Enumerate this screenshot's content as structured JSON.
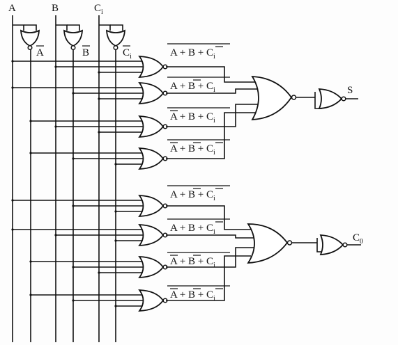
{
  "inputs": {
    "a": "A",
    "b": "B",
    "ci": "C",
    "ci_sub": "i"
  },
  "inverted_inputs": {
    "a_bar": "A",
    "b_bar": "B",
    "ci_bar": "C",
    "ci_bar_sub": "i"
  },
  "outputs": {
    "sum": "S",
    "carry": "C",
    "carry_sub": "0"
  },
  "terms": [
    {
      "a": "A",
      "b": "B",
      "c": "C",
      "c_sub": "i",
      "op": "+"
    },
    {
      "a": "A",
      "b": "B",
      "c": "C",
      "c_sub": "i",
      "op": "+"
    },
    {
      "a": "A",
      "b": "B",
      "c": "C",
      "c_sub": "i",
      "op": "+"
    },
    {
      "a": "A",
      "b": "B",
      "c": "C",
      "c_sub": "i",
      "op": "+"
    },
    {
      "a": "A",
      "b": "B",
      "c": "C",
      "c_sub": "i",
      "op": "+"
    },
    {
      "a": "A",
      "b": "B",
      "c": "C",
      "c_sub": "i",
      "op": "+"
    },
    {
      "a": "A",
      "b": "B",
      "c": "C",
      "c_sub": "i",
      "op": "+"
    },
    {
      "a": "A",
      "b": "B",
      "c": "C",
      "c_sub": "i",
      "op": "+"
    }
  ]
}
